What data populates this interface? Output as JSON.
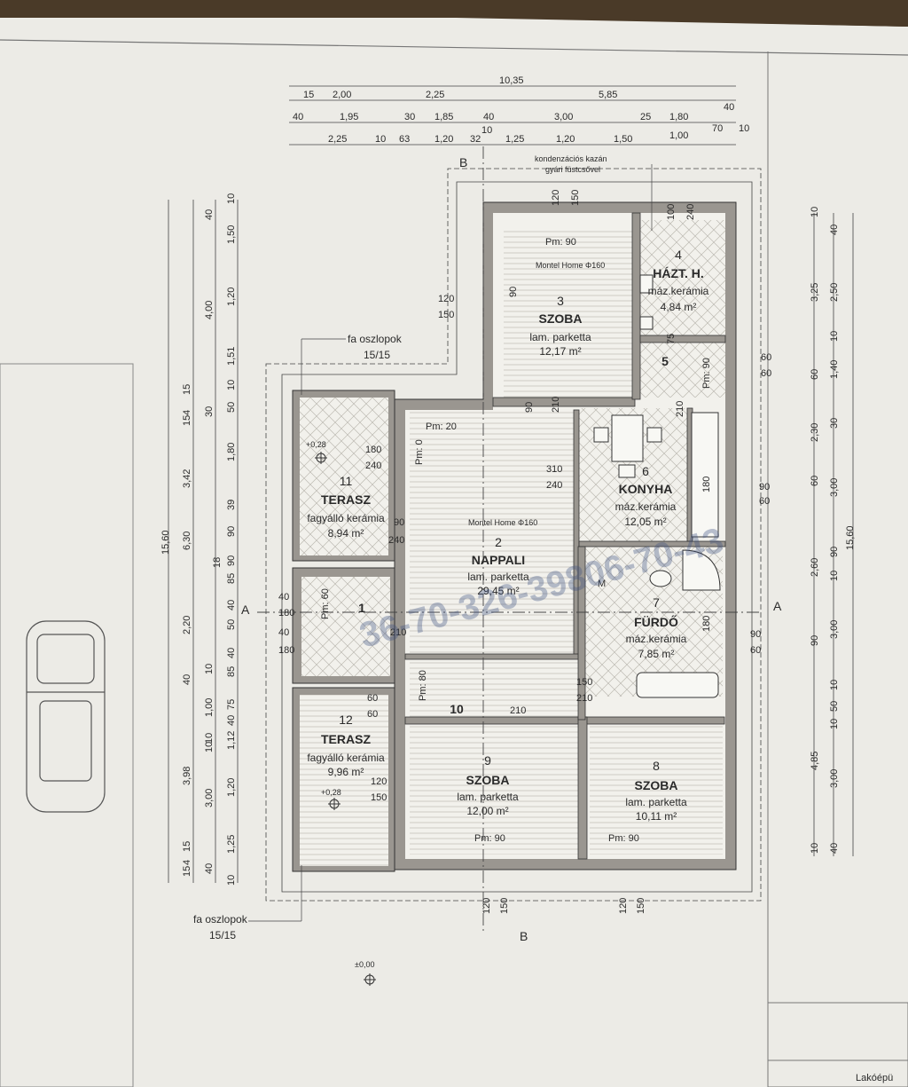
{
  "title_block": {
    "corner_text": "Lakóépü"
  },
  "top_dims": {
    "row1": "10,35",
    "row2": [
      "15",
      "2,00",
      "2,25",
      "5,85"
    ],
    "row3": [
      "40",
      "1,95",
      "30",
      "1,85",
      "40",
      "10",
      "3,00",
      "25",
      "1,80",
      "40"
    ],
    "row4": [
      "2,25",
      "10",
      "63",
      "1,20",
      "32",
      "1,25",
      "1,20",
      "1,50",
      "1,00",
      "70",
      "10"
    ]
  },
  "left_dims": {
    "total": "15,60",
    "col2": [
      "3,42",
      "6,30",
      "3,98"
    ],
    "col3": [
      "4,00",
      "1,80",
      "2,20",
      "1,00",
      "3,00"
    ],
    "col4": [
      "1,50",
      "1,20",
      "1,51",
      "1,80",
      "85",
      "85",
      "75",
      "1,12",
      "1,20",
      "1,25"
    ],
    "col5": [
      "10",
      "40",
      "15",
      "4",
      "15",
      "10",
      "50",
      "39",
      "90",
      "18",
      "40",
      "50",
      "10",
      "40",
      "10",
      "15",
      "4",
      "15",
      "40",
      "10"
    ],
    "other": [
      "30",
      "90",
      "40",
      "40",
      "10"
    ]
  },
  "right_dims": {
    "total": "15,60",
    "col1": [
      "3,25",
      "2,30",
      "2,60",
      "4,85"
    ],
    "col2": [
      "2,50",
      "1,40",
      "3,00",
      "90",
      "3,00",
      "3,00"
    ],
    "col3": [
      "10",
      "40",
      "10",
      "60",
      "30",
      "60",
      "10",
      "90",
      "10",
      "50",
      "10",
      "40",
      "10"
    ]
  },
  "annotations": {
    "kazan_line1": "kondenzációs kazán",
    "kazan_line2": "gyári füstcsővel",
    "fa_oszlopok": "fa oszlopok",
    "fa_size": "15/15",
    "montel1": "Montel Home Φ160",
    "montel2": "Montel Home Φ160",
    "level_main": "±0,00",
    "level_terrace": "+0,28",
    "section_a": "A",
    "section_b": "B"
  },
  "rooms": [
    {
      "num": "1",
      "name": "",
      "floor": "",
      "area": ""
    },
    {
      "num": "2",
      "name": "NAPPALI",
      "floor": "lam. parketta",
      "area": "29,45 m²"
    },
    {
      "num": "3",
      "name": "SZOBA",
      "floor": "lam. parketta",
      "area": "12,17 m²"
    },
    {
      "num": "4",
      "name": "HÁZT. H.",
      "floor": "máz.kerámia",
      "area": "4,84 m²"
    },
    {
      "num": "5",
      "name": "",
      "floor": "",
      "area": ""
    },
    {
      "num": "6",
      "name": "KONYHA",
      "floor": "máz.kerámia",
      "area": "12,05 m²"
    },
    {
      "num": "7",
      "name": "FÜRDŐ",
      "floor": "máz.kerámia",
      "area": "7,85 m²"
    },
    {
      "num": "8",
      "name": "SZOBA",
      "floor": "lam. parketta",
      "area": "10,11 m²"
    },
    {
      "num": "9",
      "name": "SZOBA",
      "floor": "lam. parketta",
      "area": "12,00 m²"
    },
    {
      "num": "10",
      "name": "",
      "floor": "",
      "area": ""
    },
    {
      "num": "11",
      "name": "TERASZ",
      "floor": "fagyálló kerámia",
      "area": "8,94 m²"
    },
    {
      "num": "12",
      "name": "TERASZ",
      "floor": "fagyálló kerámia",
      "area": "9,96 m²"
    }
  ],
  "opening_labels": {
    "pm90": "Pm: 90",
    "pm20": "Pm: 20",
    "pm0": "Pm: 0",
    "pm60": "Pm: 60",
    "pm80": "Pm: 80",
    "d120": "120",
    "d150": "150",
    "d180": "180",
    "d240": "240",
    "d210": "210",
    "d90": "90",
    "d310": "310",
    "d60": "60",
    "d40": "40",
    "d100": "100",
    "d75": "75",
    "m": "M"
  },
  "watermark": "36-70-326-39806-70-43"
}
